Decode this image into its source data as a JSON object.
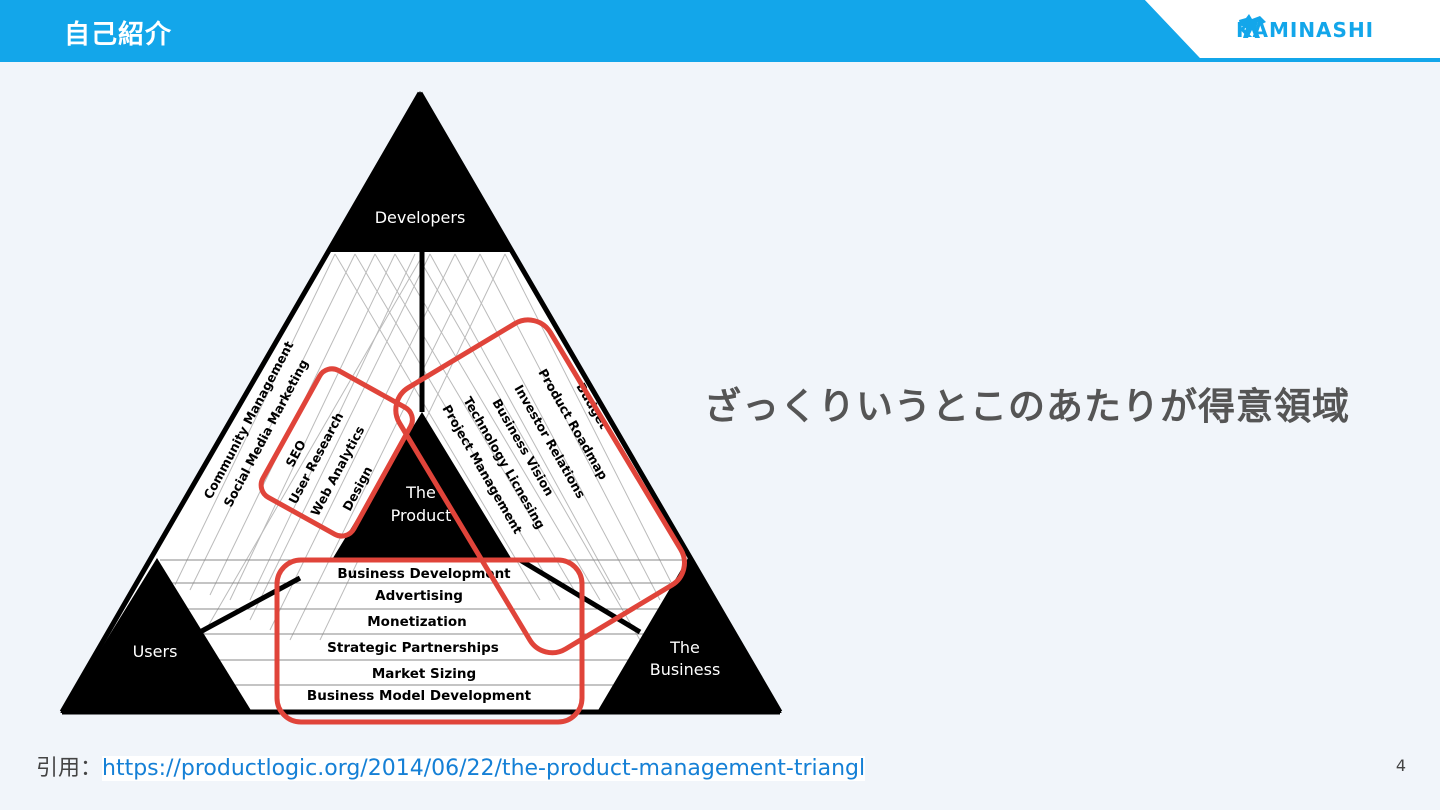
{
  "header": {
    "title": "自己紹介",
    "logo_text": "KAMINASHI",
    "bar_color": "#13a6ea"
  },
  "diagram": {
    "vertices": {
      "top": "Developers",
      "left": "Users",
      "right_line1": "The",
      "right_line2": "Business",
      "center_line1": "The",
      "center_line2": "Product"
    },
    "left_side_labels": [
      "Community Management",
      "Social Media Marketing",
      "SEO",
      "User Research",
      "Web Analytics",
      "Design"
    ],
    "right_side_labels": [
      "Budget",
      "Product Roadmap",
      "Investor Relations",
      "Business Vision",
      "Technology Licnesing",
      "Project Management"
    ],
    "bottom_labels": [
      "Business Development",
      "Advertising",
      "Monetization",
      "Strategic Partnerships",
      "Market Sizing",
      "Business Model Development"
    ],
    "highlight_color": "#e0443a"
  },
  "tagline": "ざっくりいうとこのあたりが得意領域",
  "citation": {
    "label": "引用：",
    "url": "https://productlogic.org/2014/06/22/the-product-management-triangl"
  },
  "page_number": "4"
}
